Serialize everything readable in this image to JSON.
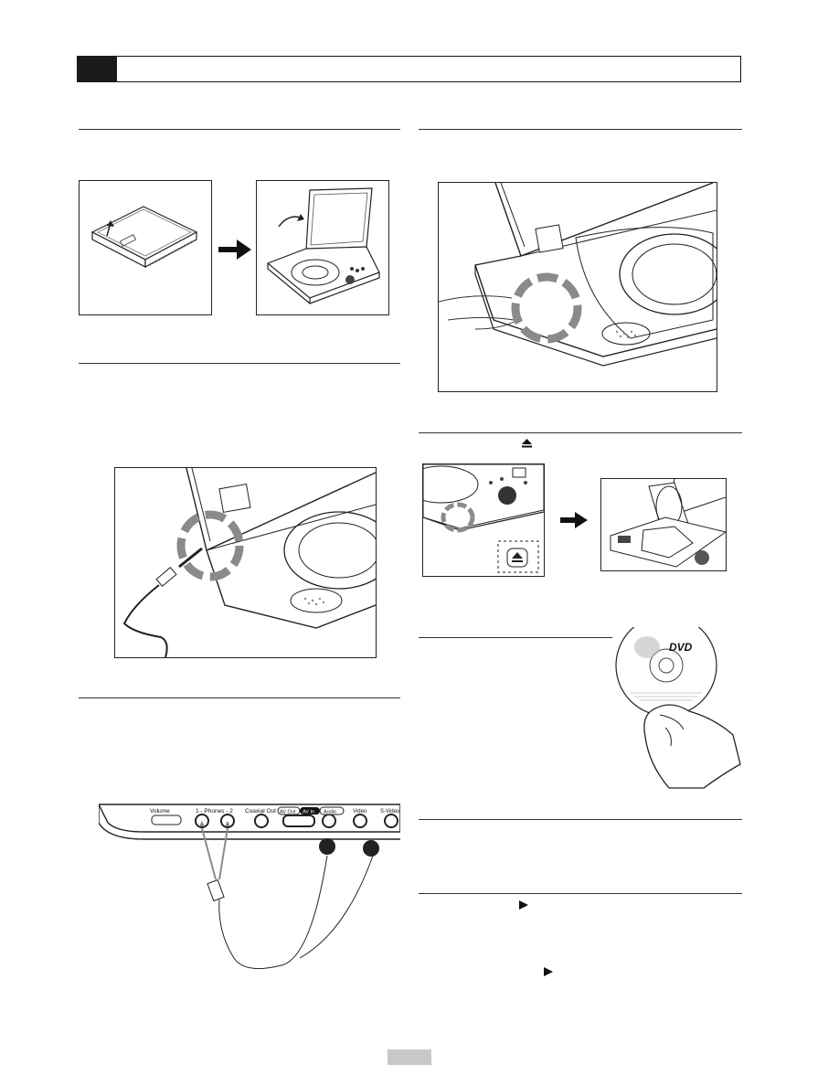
{
  "header": {
    "section_tab": "",
    "title": ""
  },
  "connector_labels": {
    "volume": "Volume",
    "phones": "1 - Phones - 2",
    "coaxial_out": "Coaxial Out",
    "av_out": "AV Out",
    "av_in": "AV In",
    "audio": "Audio",
    "video": "Video",
    "s_video": "S-Video"
  },
  "disc_label": "DVD",
  "icons": {
    "eject": "eject-icon",
    "play_1": "play-icon",
    "play_2": "play-icon"
  },
  "colors": {
    "accent_gray": "#8a8a8a",
    "ink": "#1a1a1a"
  }
}
